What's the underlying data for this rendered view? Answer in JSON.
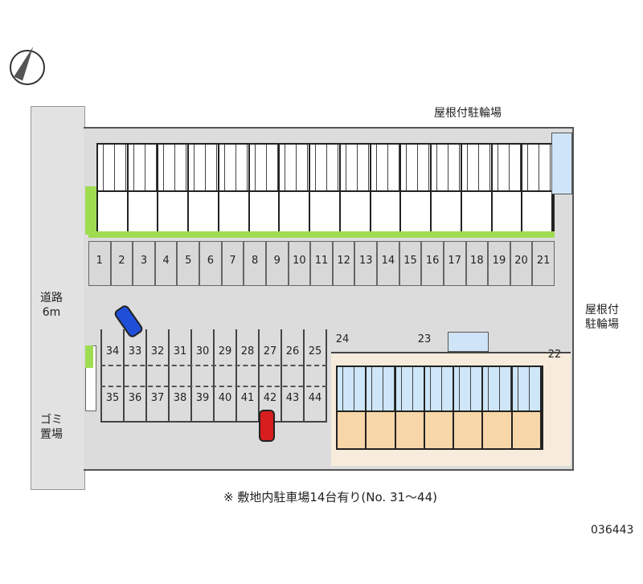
{
  "labels": {
    "bike_shed_top": "屋根付駐輪場",
    "bike_shed_right_1": "屋根付",
    "bike_shed_right_2": "駐輪場",
    "road_1": "道路",
    "road_2": "6m",
    "garbage_1": "ゴミ",
    "garbage_2": "置場",
    "caption": "※ 敷地内駐車場14台有り(No. 31～44)",
    "property_id": "036443"
  },
  "top_row": [
    "1",
    "2",
    "3",
    "4",
    "5",
    "6",
    "7",
    "8",
    "9",
    "10",
    "11",
    "12",
    "13",
    "14",
    "15",
    "16",
    "17",
    "18",
    "19",
    "20",
    "21"
  ],
  "lower_row_a": [
    "34",
    "33",
    "32",
    "31",
    "30",
    "29",
    "28",
    "27",
    "26",
    "25"
  ],
  "lower_row_b": [
    "35",
    "36",
    "37",
    "38",
    "39",
    "40",
    "41",
    "42",
    "43",
    "44"
  ],
  "right_spaces": {
    "s24": "24",
    "s23": "23",
    "s22": "22"
  },
  "colors": {
    "blue_car": "#1f4fd8",
    "red_car": "#d81e1e",
    "unit_blue": "#cde6f8",
    "unit_orange": "#f7d6a8",
    "beige": "#f7ecdc"
  }
}
